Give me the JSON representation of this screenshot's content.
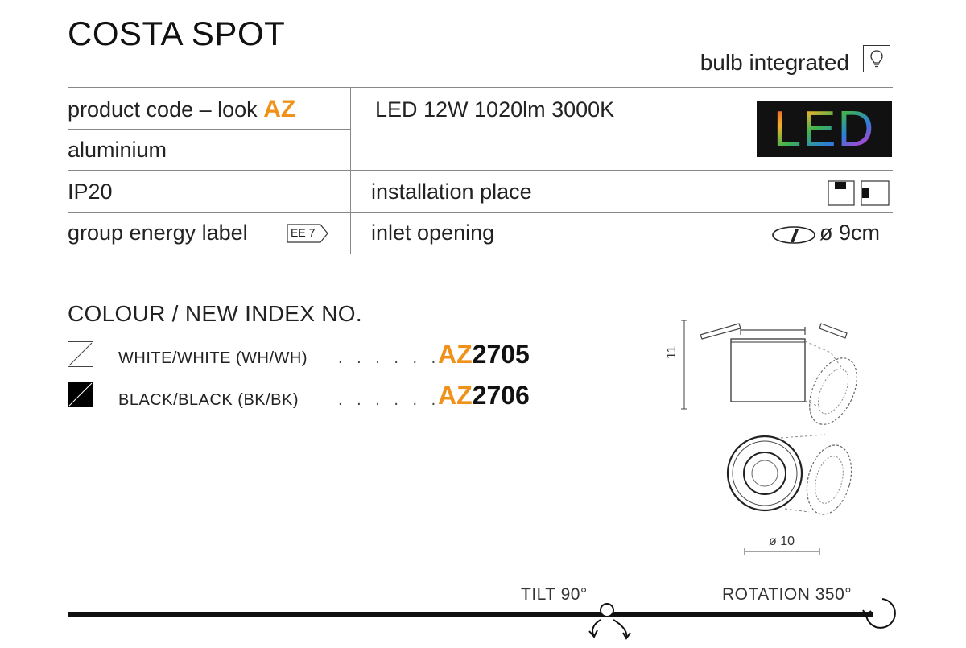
{
  "title": "COSTA SPOT",
  "bulb": {
    "label": "bulb integrated",
    "icon": "bulb-icon"
  },
  "spec_left": {
    "product_code_label": "product code – look",
    "product_code_value": "AZ",
    "material": "aluminium",
    "ip": "IP20",
    "energy_label": "group energy label",
    "energy_badge": "EE 7"
  },
  "spec_right": {
    "led": "LED 12W 1020lm 3000K",
    "led_badge": "LED",
    "installation_place": "installation place",
    "inlet_opening": "inlet opening",
    "inlet_value": "ø 9cm"
  },
  "colours": {
    "title": "COLOUR / NEW INDEX NO.",
    "items": [
      {
        "name": "WHITE/WHITE (WH/WH)",
        "dots": ". . . . . .",
        "code_prefix": "AZ",
        "code_number": "2705",
        "swatch": "#ffffff"
      },
      {
        "name": "BLACK/BLACK (BK/BK)",
        "dots": ". . . . . .",
        "code_prefix": "AZ",
        "code_number": "2706",
        "swatch": "#000000"
      }
    ]
  },
  "drawing": {
    "height_label": "11",
    "diameter_label": "ø 10"
  },
  "bottom": {
    "tilt": "TILT 90°",
    "rotation": "ROTATION 350°"
  },
  "colors": {
    "accent": "#f0911a",
    "rule": "#888888",
    "text": "#222222"
  }
}
